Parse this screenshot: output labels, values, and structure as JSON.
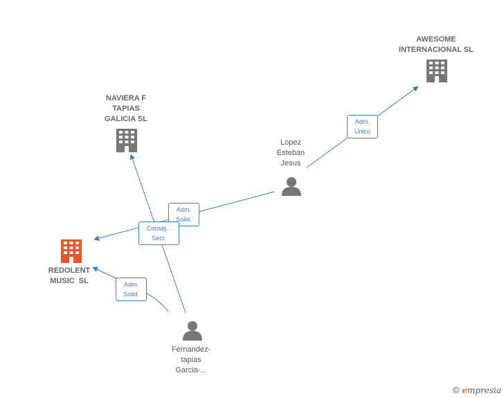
{
  "nodes": {
    "awesome": {
      "type": "company",
      "lines": [
        "AWESOME",
        "INTERNACIONAL SL"
      ]
    },
    "naviera": {
      "type": "company",
      "lines": [
        "NAVIERA F",
        "TAPIAS",
        "GALICIA SL"
      ]
    },
    "redolent": {
      "type": "company-main",
      "lines": [
        "REDOLENT",
        "MUSIC  SL"
      ]
    },
    "lopez": {
      "type": "person",
      "lines": [
        "Lopez",
        "Esteban",
        "Jesus"
      ]
    },
    "fernandez": {
      "type": "person",
      "lines": [
        "Fernandez-",
        "tapias",
        "Garcia-..."
      ]
    }
  },
  "edges": [
    {
      "from": "lopez",
      "to": "awesome",
      "lines": [
        "Adm.",
        "Unico"
      ]
    },
    {
      "from": "lopez",
      "to": "redolent",
      "lines": [
        "Adm.",
        "Solid."
      ]
    },
    {
      "from": "fernandez",
      "to": "naviera",
      "lines": [
        "Consej. .",
        "Secr."
      ]
    },
    {
      "from": "fernandez",
      "to": "redolent",
      "lines": [
        "Adm.",
        "Solid."
      ]
    }
  ],
  "colors": {
    "edge": "#3b7fd1",
    "company": "#777777",
    "main_company": "#e8552a",
    "person": "#777777"
  },
  "brand": {
    "symbol": "©",
    "initial": "e",
    "rest": "mpresia"
  }
}
